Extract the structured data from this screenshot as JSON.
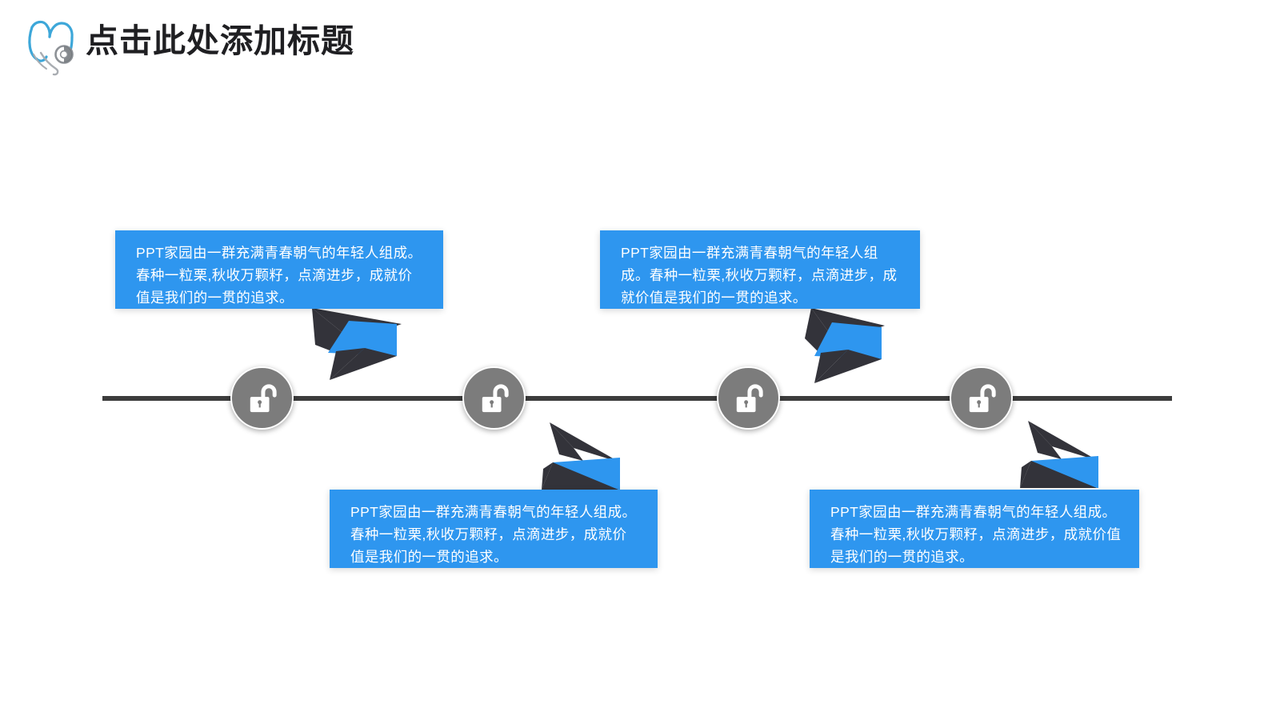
{
  "slide": {
    "background_color": "#ffffff",
    "title": "点击此处添加标题",
    "title_color": "#1f1f22",
    "accent_color": "#2e96ef",
    "dark_color": "#33333a",
    "milestone_color": "#7c7c7c",
    "line_color": "#3c3c3c",
    "header_icon": "stethoscope-icon"
  },
  "timeline": {
    "milestones": [
      {
        "id": 1,
        "icon": "unlocked-padlock-icon",
        "position": "left"
      },
      {
        "id": 2,
        "icon": "unlocked-padlock-icon",
        "position": "center-left"
      },
      {
        "id": 3,
        "icon": "unlocked-padlock-icon",
        "position": "center-right"
      },
      {
        "id": 4,
        "icon": "unlocked-padlock-icon",
        "position": "right"
      }
    ],
    "boxes": [
      {
        "id": 1,
        "side": "above",
        "text": "PPT家园由一群充满青春朝气的年轻人组成。春种一粒栗,秋收万颗籽，点滴进步，成就价值是我们的一贯的追求。"
      },
      {
        "id": 2,
        "side": "above",
        "text": "PPT家园由一群充满青春朝气的年轻人组成。春种一粒栗,秋收万颗籽，点滴进步，成就价值是我们的一贯的追求。"
      },
      {
        "id": 3,
        "side": "below",
        "text": "PPT家园由一群充满青春朝气的年轻人组成。春种一粒栗,秋收万颗籽，点滴进步，成就价值是我们的一贯的追求。"
      },
      {
        "id": 4,
        "side": "below",
        "text": "PPT家园由一群充满青春朝气的年轻人组成。春种一粒栗,秋收万颗籽，点滴进步，成就价值是我们的一贯的追求。"
      }
    ]
  }
}
